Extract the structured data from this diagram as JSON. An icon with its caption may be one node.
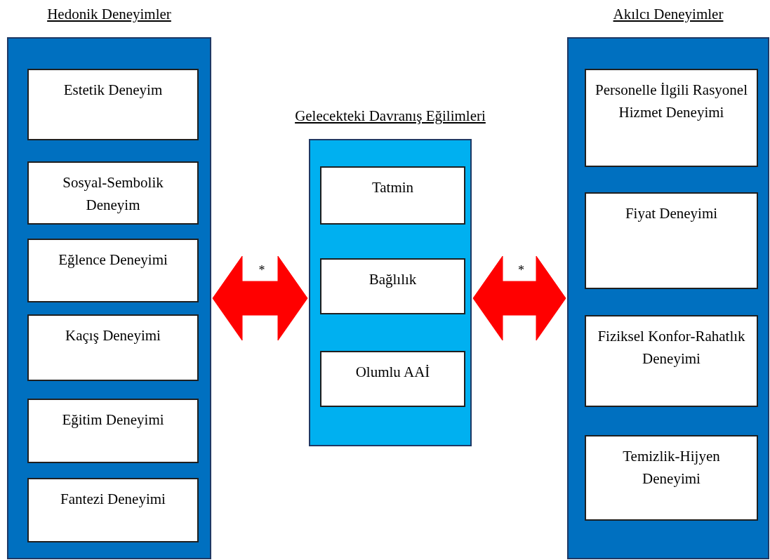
{
  "diagram": {
    "nodes": [
      {
        "text": [
          "Hedonik Deneyimler"
        ]
      },
      {
        "text": [
          "Estetik Deneyim"
        ],
        "in": 0
      },
      {
        "text": [
          "Sosyal-Sembolik Deneyim"
        ],
        "in": 0
      },
      {
        "text": [
          "Eğlence Deneyimi"
        ],
        "in": 0
      },
      {
        "text": [
          "Kaçış Deneyimi"
        ],
        "in": 0
      },
      {
        "text": [
          "Eğitim Deneyimi"
        ],
        "in": 0
      },
      {
        "text": [
          "Fantezi Deneyimi"
        ],
        "in": 0
      },
      {
        "text": [
          "Gelecekteki Davranış Eğilimleri"
        ]
      },
      {
        "text": [
          "Tatmin"
        ],
        "in": 7
      },
      {
        "text": [
          "Bağlılık"
        ],
        "in": 7
      },
      {
        "text": [
          "Olumlu AAİ"
        ],
        "in": 7
      },
      {
        "text": [
          "Akılcı Deneyimler"
        ]
      },
      {
        "text": [
          "Personelle İlgili Rasyonel Hizmet Deneyimi"
        ],
        "in": 11
      },
      {
        "text": [
          "Fiyat Deneyimi"
        ],
        "in": 11
      },
      {
        "text": [
          "Fiziksel Konfor-Rahatlık Deneyimi"
        ],
        "in": 11
      },
      {
        "text": [
          "Temizlik-Hijyen Deneyimi"
        ],
        "in": 11
      }
    ],
    "edges": [
      {
        "from": 0,
        "to": 7,
        "arrow": "both",
        "label": "*",
        "style": "thick",
        "color": "#ff0000"
      },
      {
        "from": 7,
        "to": 11,
        "arrow": "both",
        "label": "*",
        "style": "thick",
        "color": "#ff0000"
      }
    ]
  }
}
